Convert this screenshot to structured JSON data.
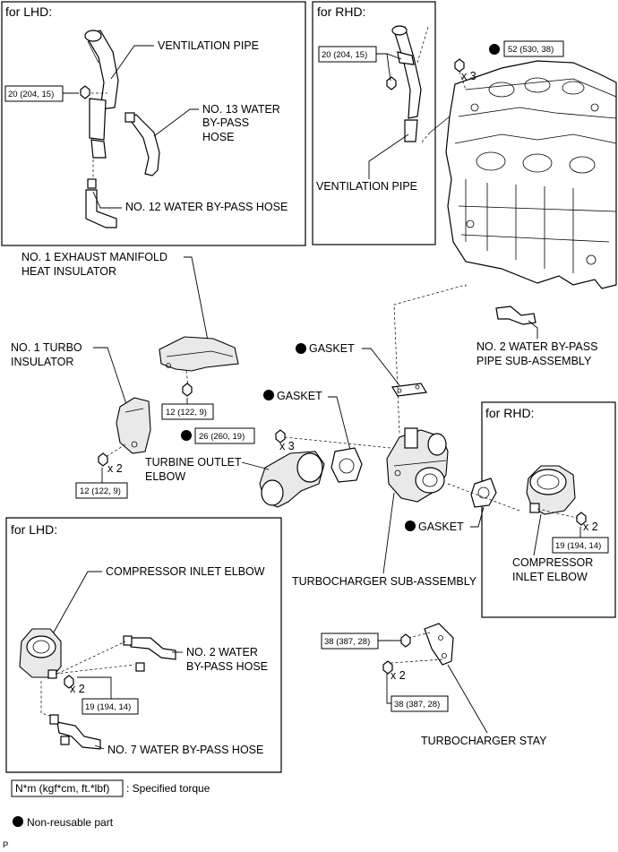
{
  "panels": {
    "lhd_top": {
      "header": "for LHD:",
      "labels": {
        "ventilation_pipe": "VENTILATION PIPE",
        "hose13_l1": "NO. 13 WATER",
        "hose13_l2": "BY-PASS",
        "hose13_l3": "HOSE",
        "hose12": "NO. 12 WATER BY-PASS HOSE"
      },
      "torque": "20 (204, 15)"
    },
    "rhd_top": {
      "header": "for RHD:",
      "labels": {
        "ventilation_pipe": "VENTILATION PIPE"
      },
      "torque": "20 (204, 15)"
    },
    "rhd_mid": {
      "header": "for RHD:",
      "labels": {
        "compressor_l1": "COMPRESSOR",
        "compressor_l2": "INLET ELBOW"
      },
      "torque": "19 (194, 14)",
      "qty": "x 2"
    },
    "lhd_bottom": {
      "header": "for LHD:",
      "labels": {
        "compressor": "COMPRESSOR INLET ELBOW",
        "hose2_l1": "NO. 2 WATER",
        "hose2_l2": "BY-PASS HOSE",
        "hose7": "NO. 7 WATER BY-PASS HOSE"
      },
      "torque": "19 (194, 14)",
      "qty": "x 2"
    }
  },
  "main": {
    "engine_torque": "52 (530, 38)",
    "engine_qty": "x 3",
    "manifold_insulator_l1": "NO. 1 EXHAUST MANIFOLD",
    "manifold_insulator_l2": "HEAT INSULATOR",
    "manifold_torque": "12 (122, 9)",
    "turbo_insulator_l1": "NO. 1 TURBO",
    "turbo_insulator_l2": "INSULATOR",
    "turbo_insulator_torque": "12 (122, 9)",
    "turbo_insulator_qty": "x 2",
    "gasket_1": "GASKET",
    "gasket_2": "GASKET",
    "gasket_3": "GASKET",
    "outlet_torque": "26 (260, 19)",
    "outlet_qty": "x 3",
    "turbine_outlet_l1": "TURBINE OUTLET",
    "turbine_outlet_l2": "ELBOW",
    "pipe_l1": "NO. 2 WATER BY-PASS",
    "pipe_l2": "PIPE SUB-ASSEMBLY",
    "turbocharger": "TURBOCHARGER SUB-ASSEMBLY",
    "stay_torque_1": "38 (387, 28)",
    "stay_torque_2": "38 (387, 28)",
    "stay_qty": "x 2",
    "stay": "TURBOCHARGER STAY"
  },
  "legend": {
    "torque_unit": "N*m (kgf*cm, ft.*lbf)",
    "torque_desc": ": Specified torque",
    "nonreusable": "Non-reusable part"
  },
  "footer_code": "P",
  "colors": {
    "line": "#000000",
    "fill": "#ffffff",
    "shade": "#e9e9e9"
  }
}
